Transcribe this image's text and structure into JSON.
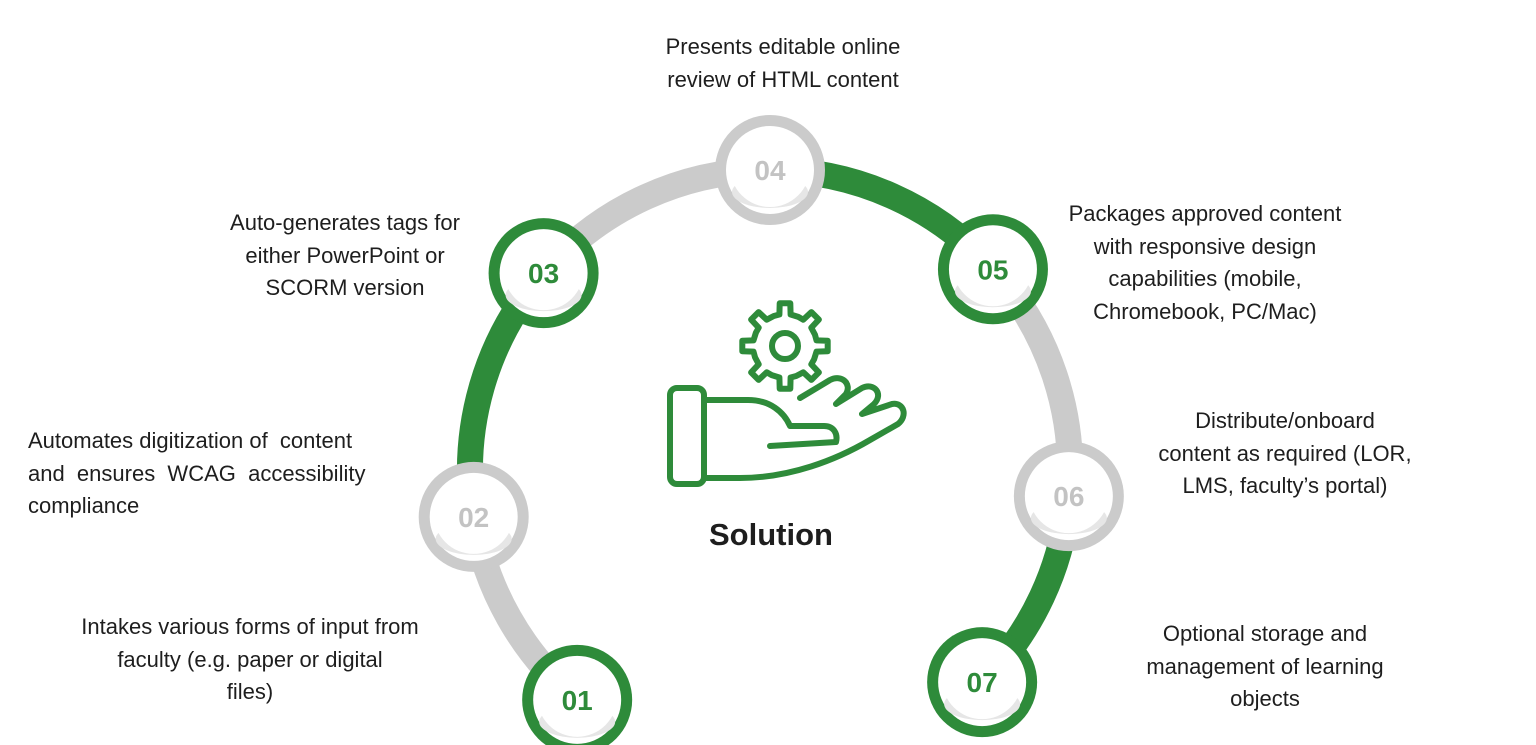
{
  "colors": {
    "accent": "#2e8b3a",
    "inactive": "#cbcbcb",
    "text": "#1e1e1e"
  },
  "center": {
    "icon": "gear-over-hand-icon",
    "title": "Solution"
  },
  "steps": [
    {
      "num": "01",
      "state": "active",
      "lines": [
        "Intakes various forms of input from",
        "faculty (e.g. paper or digital",
        "files)"
      ]
    },
    {
      "num": "02",
      "state": "inactive",
      "lines": [
        "Automates digitization of  content",
        "and  ensures  WCAG  accessibility",
        "compliance"
      ]
    },
    {
      "num": "03",
      "state": "active",
      "lines": [
        "Auto-generates tags for",
        "either PowerPoint or",
        "SCORM version"
      ]
    },
    {
      "num": "04",
      "state": "inactive",
      "lines": [
        "Presents editable online",
        "review of HTML content"
      ]
    },
    {
      "num": "05",
      "state": "active",
      "lines": [
        "Packages approved content",
        "with responsive design",
        "capabilities (mobile,",
        "Chromebook, PC/Mac)"
      ]
    },
    {
      "num": "06",
      "state": "inactive",
      "lines": [
        "Distribute/onboard",
        "content as required (LOR,",
        "LMS, faculty’s portal)"
      ]
    },
    {
      "num": "07",
      "state": "active",
      "lines": [
        "Optional storage and",
        "management of learning",
        "objects"
      ]
    }
  ]
}
